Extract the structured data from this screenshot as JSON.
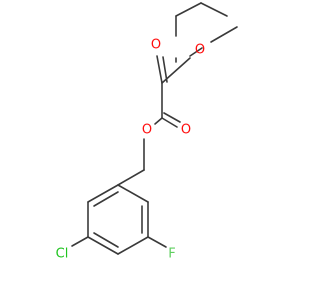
{
  "molecule": {
    "atoms": {
      "O_ester_top": {
        "label": "O",
        "color": "#ff0d0d"
      },
      "O_carbonyl_top": {
        "label": "O",
        "color": "#ff0d0d"
      },
      "O_carbonyl_bottom": {
        "label": "O",
        "color": "#ff0d0d"
      },
      "O_ester_bottom": {
        "label": "O",
        "color": "#ff0d0d"
      },
      "Cl": {
        "label": "Cl",
        "color": "#1fc41f"
      },
      "F": {
        "label": "F",
        "color": "#5fcf5f"
      }
    },
    "bond_color": "#3a3a3a"
  }
}
